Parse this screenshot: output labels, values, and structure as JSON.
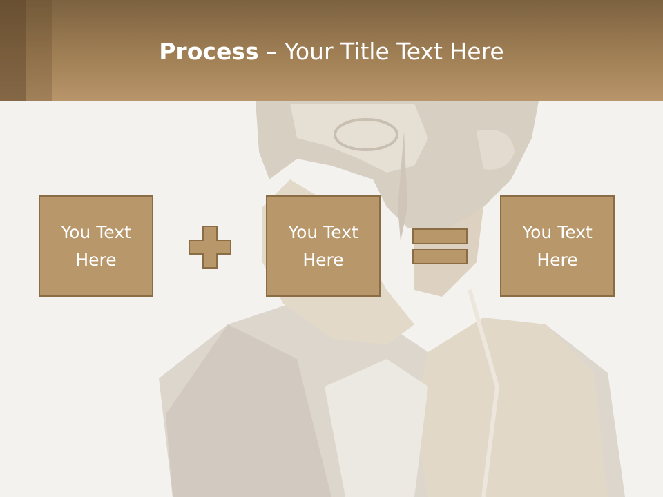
{
  "slide": {
    "title_bold": "Process",
    "title_rest": " – Your Title Text Here"
  },
  "process": {
    "box1_text": "You Text Here",
    "box2_text": "You Text Here",
    "box3_text": "You Text Here",
    "operator1": "plus-icon",
    "operator2": "equals-icon"
  },
  "colors": {
    "header": "#a07f55",
    "box_fill": "#b8976b",
    "box_border": "#8a6c45",
    "background": "#f4f2ee"
  }
}
